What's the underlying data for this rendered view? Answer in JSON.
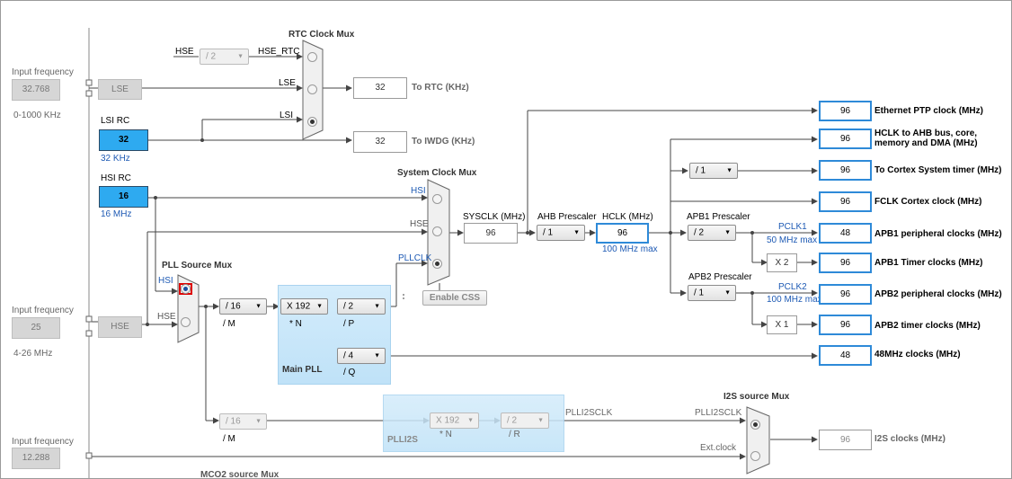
{
  "left": {
    "input_freq_label": "Input frequency",
    "lse_freq": "32.768",
    "lse_range": "0-1000 KHz",
    "lse_label": "LSE",
    "lsi_title": "LSI RC",
    "lsi_value": "32",
    "lsi_freq": "32 KHz",
    "hsi_title": "HSI RC",
    "hsi_value": "16",
    "hsi_freq": "16 MHz",
    "hse_freq": "25",
    "hse_range": "4-26 MHz",
    "hse_label": "HSE",
    "i2s_ext_freq": "12.288"
  },
  "rtc": {
    "title": "RTC Clock Mux",
    "hse_in": "HSE",
    "div_value": "/ 2",
    "hse_rtc": "HSE_RTC",
    "lse": "LSE",
    "lsi": "LSI",
    "rtc_out": "32",
    "rtc_label": "To RTC (KHz)",
    "iwdg_out": "32",
    "iwdg_label": "To IWDG (KHz)"
  },
  "sysmux": {
    "title": "System Clock Mux",
    "hsi": "HSI",
    "hse": "HSE",
    "pllclk": "PLLCLK",
    "enable_css": "Enable CSS"
  },
  "pll": {
    "source_title": "PLL Source Mux",
    "hsi": "HSI",
    "hse": "HSE",
    "m_value": "/ 16",
    "m_label": "/ M",
    "n_value": "X 192",
    "n_label": "* N",
    "p_value": "/ 2",
    "p_label": "/ P",
    "q_value": "/ 4",
    "q_label": "/ Q",
    "main_title": "Main PLL"
  },
  "bus": {
    "sysclk_label": "SYSCLK (MHz)",
    "sysclk": "96",
    "ahb_label": "AHB Prescaler",
    "ahb_value": "/ 1",
    "hclk_label": "HCLK (MHz)",
    "hclk": "96",
    "hclk_max": "100 MHz max",
    "cortex_div": "/ 1",
    "apb1_label": "APB1 Prescaler",
    "apb1_value": "/ 2",
    "pclk1": "PCLK1",
    "pclk1_max": "50 MHz max",
    "x2": "X 2",
    "apb2_label": "APB2 Prescaler",
    "apb2_value": "/ 1",
    "pclk2": "PCLK2",
    "pclk2_max": "100 MHz max",
    "x1": "X 1"
  },
  "outputs": [
    {
      "value": "96",
      "label": "Ethernet PTP clock (MHz)"
    },
    {
      "value": "96",
      "label": "HCLK to AHB bus, core,"
    },
    {
      "value": "96",
      "label": "To Cortex System timer (MHz)"
    },
    {
      "value": "96",
      "label": "FCLK Cortex clock (MHz)"
    },
    {
      "value": "48",
      "label": "APB1 peripheral clocks (MHz)"
    },
    {
      "value": "96",
      "label": "APB1 Timer clocks (MHz)"
    },
    {
      "value": "96",
      "label": "APB2 peripheral clocks (MHz)"
    },
    {
      "value": "96",
      "label": "APB2 timer clocks (MHz)"
    },
    {
      "value": "48",
      "label": "48MHz clocks (MHz)"
    }
  ],
  "hclk_label_line2": "memory and DMA (MHz)",
  "plli2s": {
    "title": "PLLI2S",
    "m_value": "/ 16",
    "m_label": "/ M",
    "n_value": "X 192",
    "n_label": "* N",
    "r_value": "/ 2",
    "r_label": "/ R",
    "clk": "PLLI2SCLK"
  },
  "i2s": {
    "title": "I2S source Mux",
    "plli2sclk": "PLLI2SCLK",
    "ext": "Ext.clock",
    "out": "96",
    "label": "I2S clocks (MHz)"
  },
  "mco2_title": "MCO2 source Mux"
}
